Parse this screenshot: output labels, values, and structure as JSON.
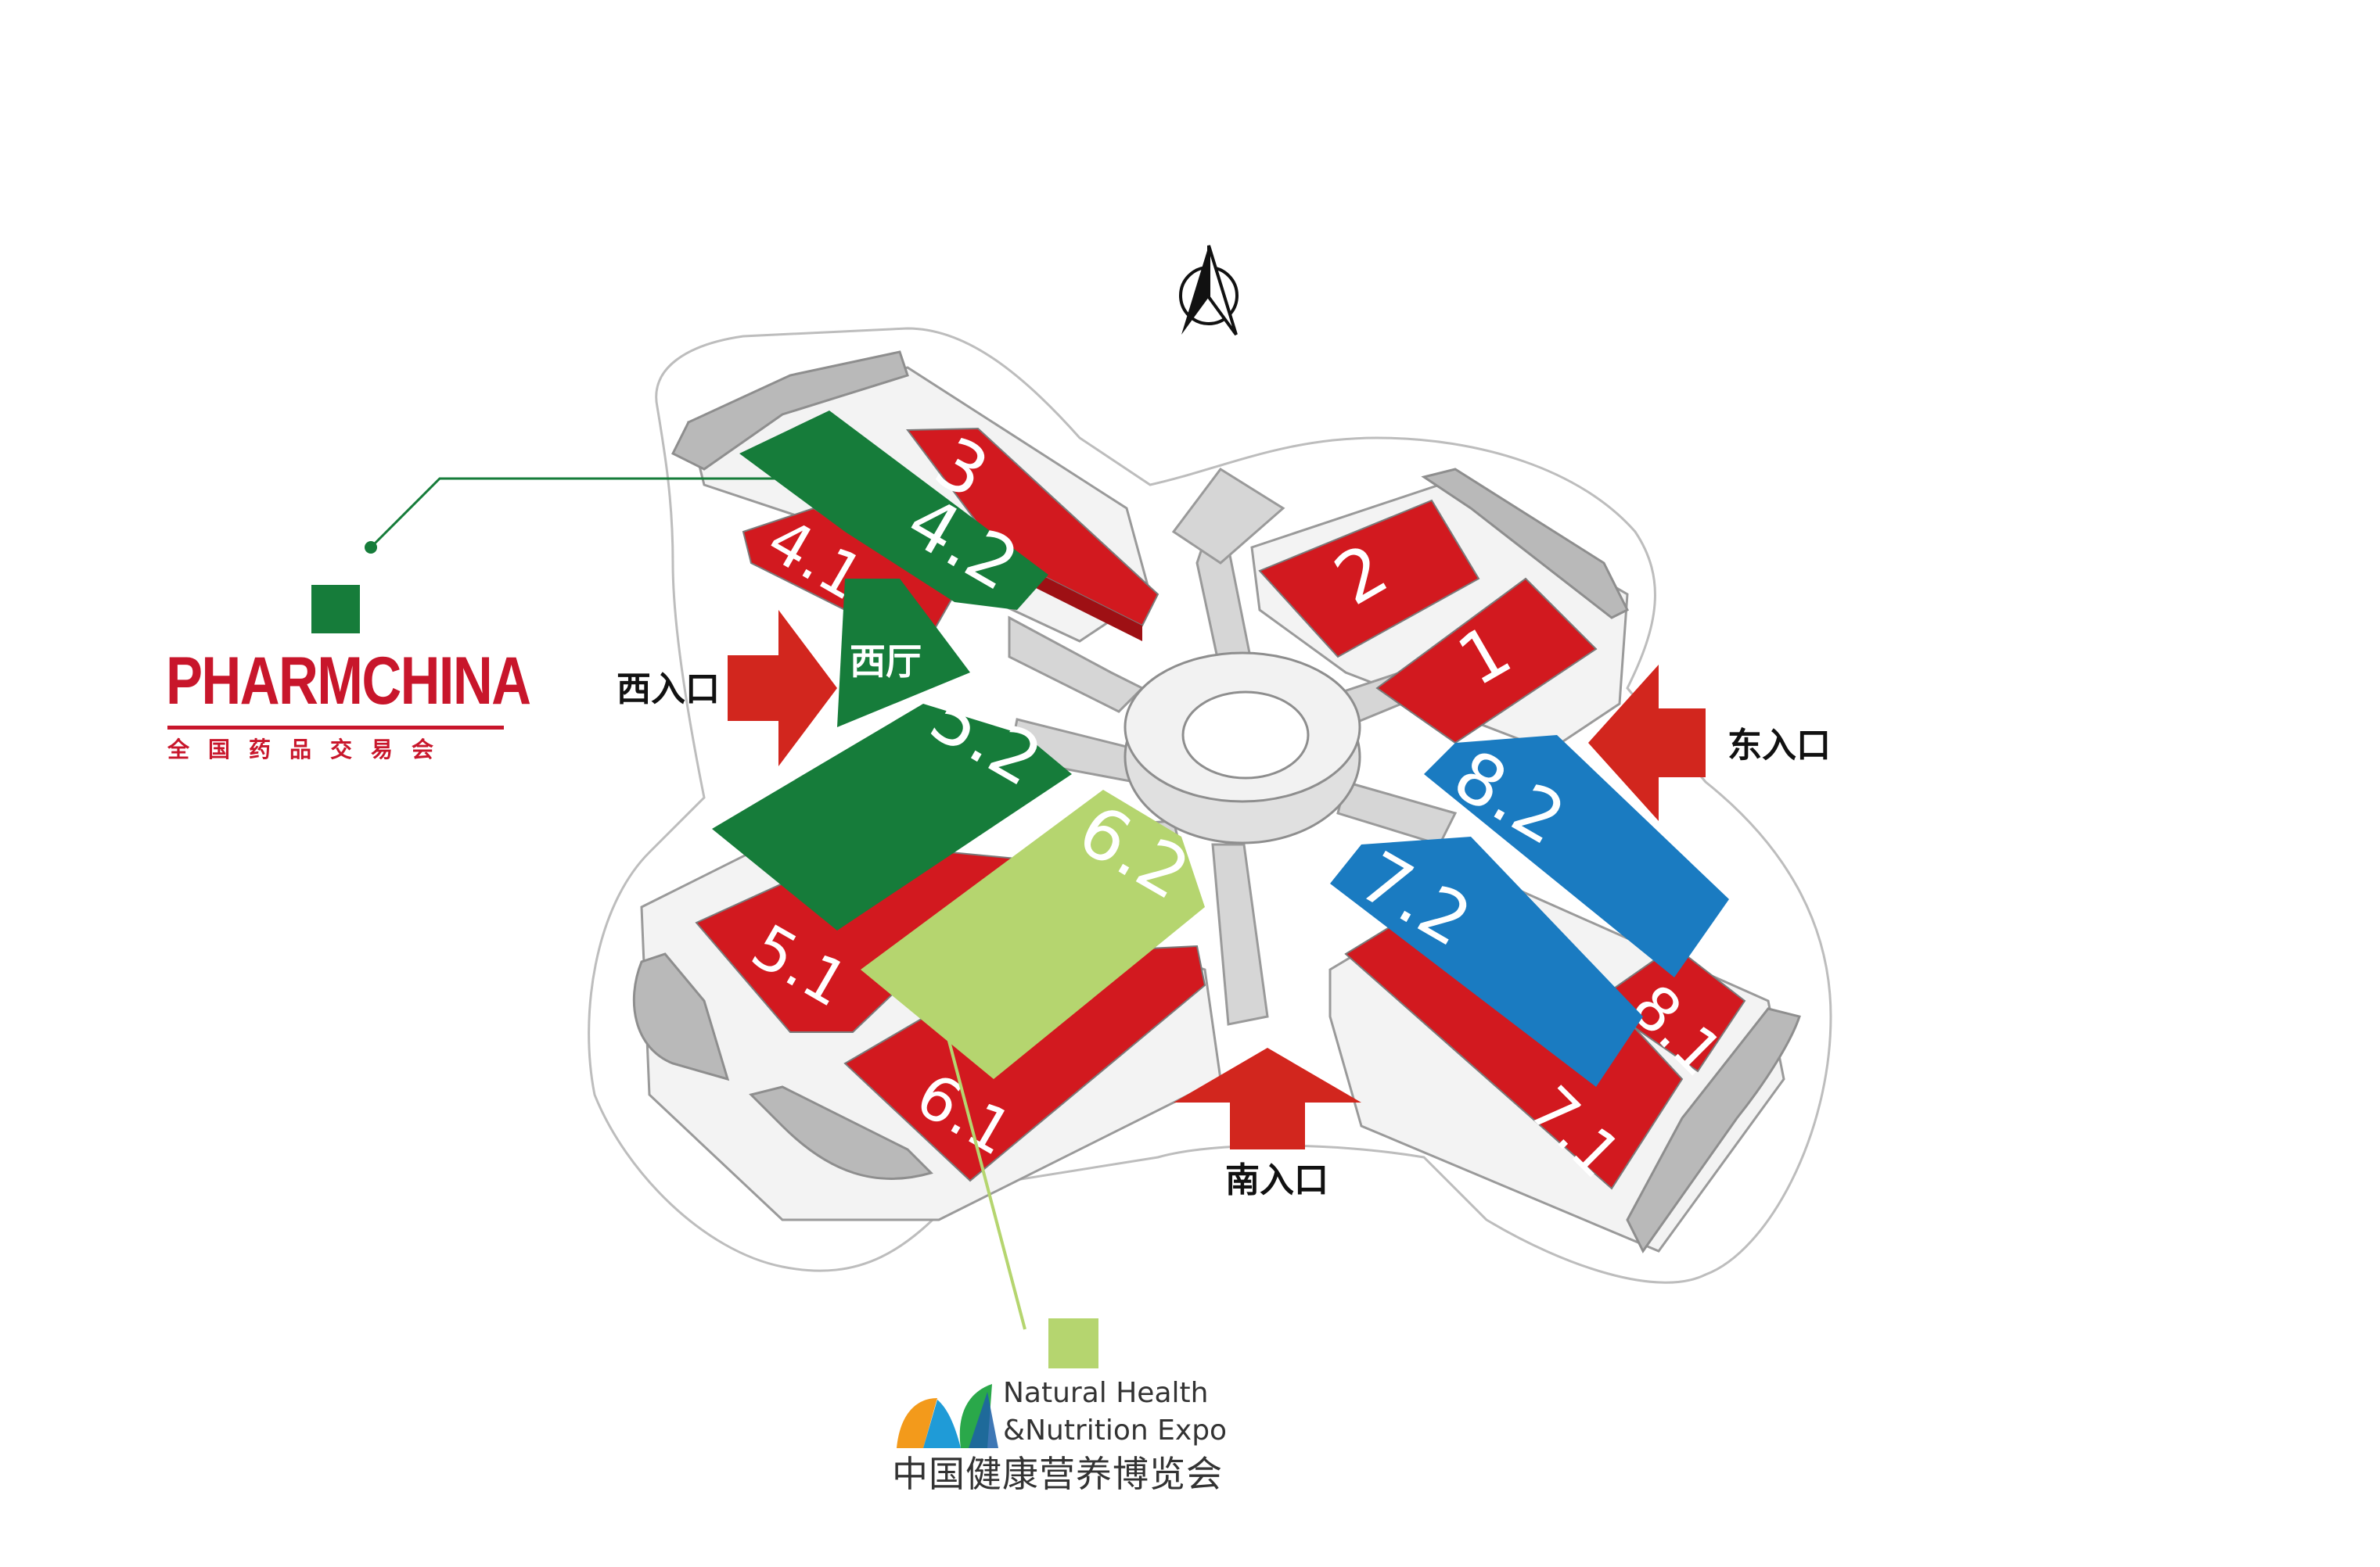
{
  "compass": {
    "icon": "north-arrow-icon"
  },
  "halls": [
    {
      "id": "hall-3",
      "label": "3",
      "color": "#d2191f"
    },
    {
      "id": "hall-4-1",
      "label": "4.1",
      "color": "#d2191f"
    },
    {
      "id": "hall-4-2",
      "label": "4.2",
      "color": "#167c3a"
    },
    {
      "id": "hall-2",
      "label": "2",
      "color": "#d2191f"
    },
    {
      "id": "hall-1",
      "label": "1",
      "color": "#d2191f"
    },
    {
      "id": "hall-5-2",
      "label": "5.2",
      "color": "#167c3a"
    },
    {
      "id": "hall-5-1",
      "label": "5.1",
      "color": "#d2191f"
    },
    {
      "id": "hall-6-2",
      "label": "6.2",
      "color": "#b5d56f"
    },
    {
      "id": "hall-6-1",
      "label": "6.1",
      "color": "#d2191f"
    },
    {
      "id": "hall-8-2",
      "label": "8.2",
      "color": "#1a7bc1"
    },
    {
      "id": "hall-7-2",
      "label": "7.2",
      "color": "#1a7bc1"
    },
    {
      "id": "hall-8-1",
      "label": "8.1",
      "color": "#d2191f"
    },
    {
      "id": "hall-7-1",
      "label": "7.1",
      "color": "#d2191f"
    }
  ],
  "west_hall": {
    "label": "西厅",
    "color": "#167c3a"
  },
  "entrances": {
    "west": "西入口",
    "east": "东入口",
    "south": "南入口"
  },
  "legend": {
    "pharmchina": {
      "swatch_color": "#167c3a",
      "title": "PHARMCHINA",
      "subtitle": "全国药品交易会",
      "brand_color": "#c8162b"
    },
    "nhne": {
      "swatch_color": "#b5d56f",
      "line1": "Natural Health",
      "line2": "&Nutrition Expo",
      "chinese": "中国健康营养博览会",
      "logo_icon": "nhne-logo-icon"
    }
  },
  "colors": {
    "exhibitor_red": "#d2191f",
    "pharmchina_green": "#167c3a",
    "nhne_green": "#b5d56f",
    "other_blue": "#1a7bc1",
    "arrow_red": "#d2261e",
    "building_gray": "#d6d6d6"
  }
}
